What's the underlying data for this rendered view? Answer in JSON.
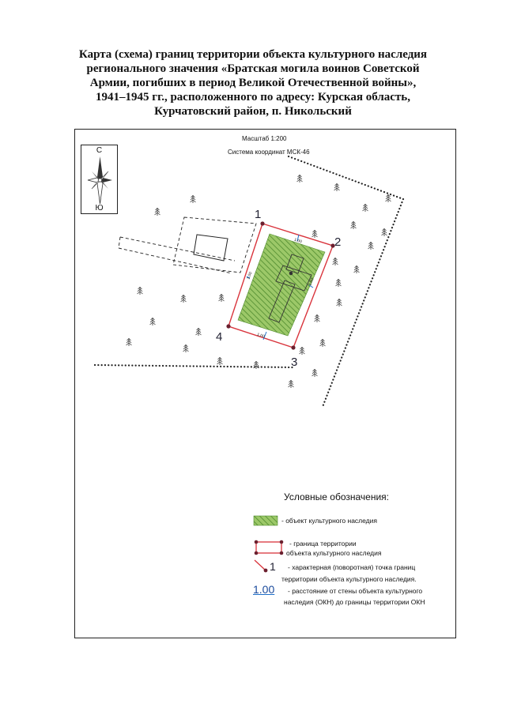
{
  "title": {
    "lines": [
      "Карта (схема) границ территории объекта культурного наследия",
      "регионального значения «Братская могила воинов Советской",
      "Армии, погибших в период Великой Отечественной войны»,",
      "1941–1945 гг., расположенного по адресу: Курская область,",
      "Курчатовский район, п. Никольский"
    ]
  },
  "map": {
    "scale": "Масштаб 1:200",
    "coords": "Система координат МСК-46",
    "compass": {
      "north": "С",
      "south": "Ю"
    },
    "points": [
      "1",
      "2",
      "3",
      "4"
    ],
    "dims": {
      "top": "1.00",
      "right": "1.00",
      "left": "1.00",
      "bottom": "1.00"
    }
  },
  "colors": {
    "boundary": "#d9343c",
    "object_fill": "#8fbf58",
    "object_hatch": "#4f8a2e",
    "dimension": "#1e6fc8",
    "point": "#6b1f2e"
  },
  "legend": {
    "title": "Условные обозначения:",
    "items": {
      "object": "- объект культурного наследия",
      "boundary_1": "- граница территории",
      "boundary_2": "объекта культурного наследия",
      "point_label": "1",
      "point_1": "- характерная (поворотная) точка границ",
      "point_2": "территории объекта культурного наследия.",
      "distance_value": "1.00",
      "distance_1": "- расстояние от стены объекта культурного",
      "distance_2": "наследия (ОКН) до границы территории ОКН"
    }
  }
}
